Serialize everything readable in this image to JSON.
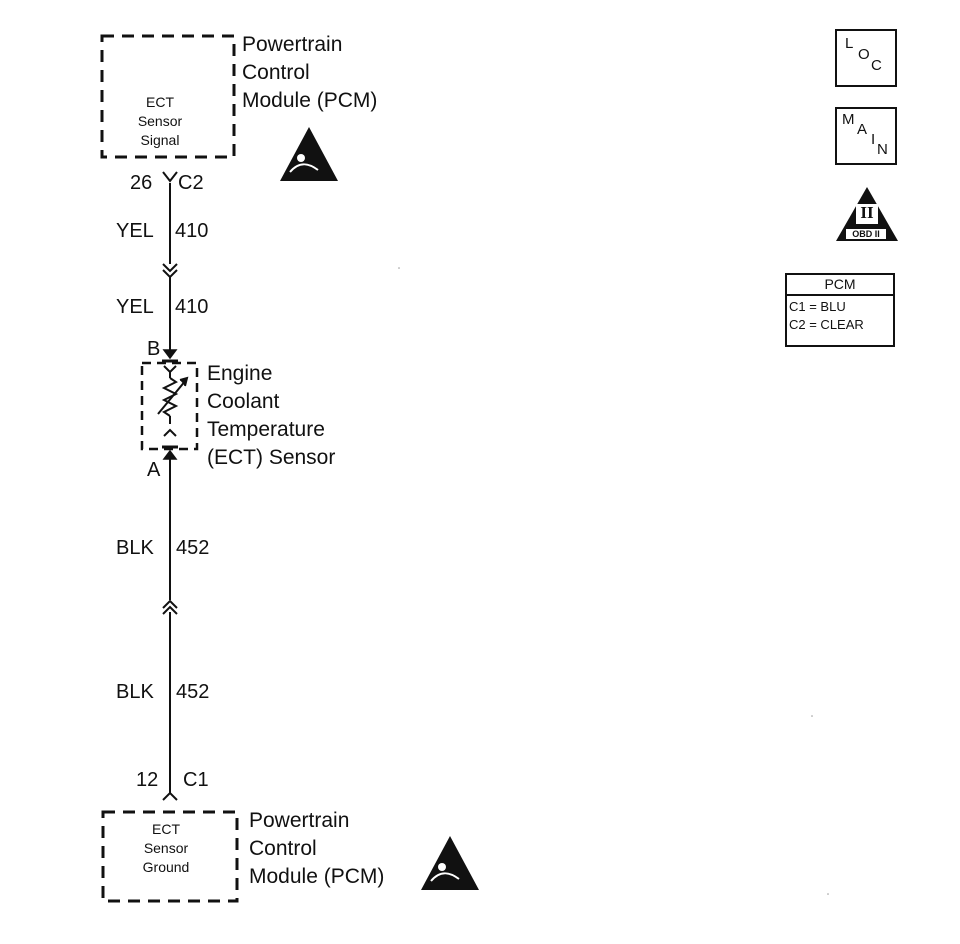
{
  "pcm_top": {
    "inner": [
      "ECT",
      "Sensor",
      "Signal"
    ],
    "title": [
      "Powertrain",
      "Control",
      "Module (PCM)"
    ]
  },
  "pin_top": {
    "pin": "26",
    "connector": "C2"
  },
  "wire_upper": [
    {
      "color": "YEL",
      "circuit": "410"
    },
    {
      "color": "YEL",
      "circuit": "410"
    }
  ],
  "sensor": {
    "terminal_b": "B",
    "terminal_a": "A",
    "title": [
      "Engine",
      "Coolant",
      "Temperature",
      "(ECT) Sensor"
    ]
  },
  "wire_lower": [
    {
      "color": "BLK",
      "circuit": "452"
    },
    {
      "color": "BLK",
      "circuit": "452"
    }
  ],
  "pin_bottom": {
    "pin": "12",
    "connector": "C1"
  },
  "pcm_bottom": {
    "inner": [
      "ECT",
      "Sensor",
      "Ground"
    ],
    "title": [
      "Powertrain",
      "Control",
      "Module (PCM)"
    ]
  },
  "icons": {
    "loc": [
      "L",
      "O",
      "C"
    ],
    "main": [
      "M",
      "A",
      "I",
      "N"
    ],
    "obd": {
      "roman": "II",
      "label": "OBD II"
    }
  },
  "legend": {
    "title": "PCM",
    "rows": [
      "C1 = BLU",
      "C2 = CLEAR"
    ]
  }
}
